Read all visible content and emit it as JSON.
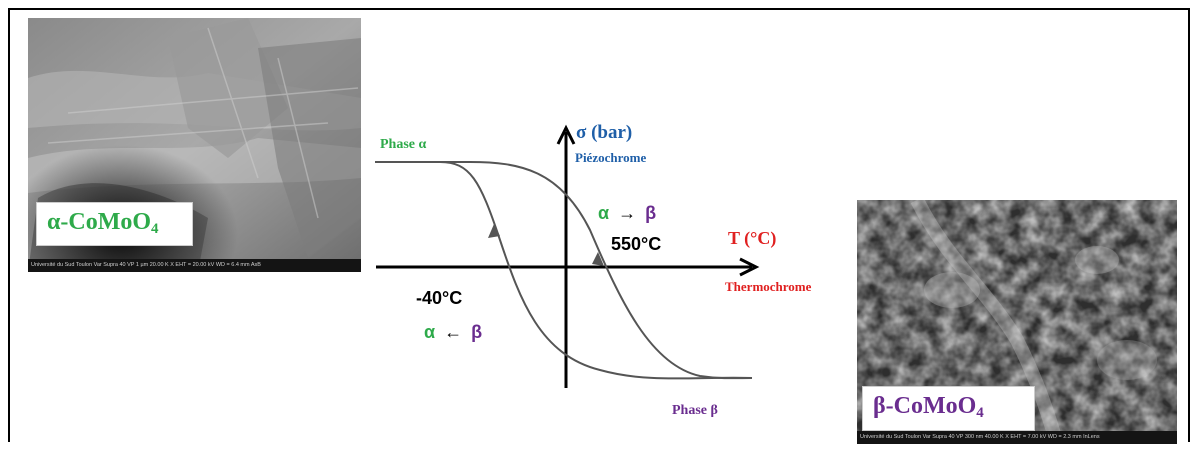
{
  "alpha_image": {
    "label_prefix": "α-CoMoO",
    "label_sub": "4",
    "infobar": "Université du Sud Toulon Var    Supra 40 VP      1 µm         20.00 K X          EHT = 20.00 kV    WD = 6.4 mm    AsB"
  },
  "beta_image": {
    "label_prefix": "β-CoMoO",
    "label_sub": "4",
    "infobar": "Université du Sud Toulon Var    Supra 40 VP     300 nm       40.00 K X        EHT = 7.00 kV    WD = 2.3 mm    InLens"
  },
  "diagram": {
    "phase_alpha": "Phase α",
    "phase_beta": "Phase β",
    "y_axis_label": "σ (bar)",
    "y_axis_sub": "Piézochrome",
    "x_axis_label": "T (°C)",
    "x_axis_sub": "Thermochrome",
    "forward": {
      "from": "α",
      "arrow": "→",
      "to": "β",
      "temp": "550°C"
    },
    "reverse": {
      "from": "α",
      "arrow": "←",
      "to": "β",
      "temp": "-40°C"
    }
  },
  "colors": {
    "alpha_green": "#2eaa4a",
    "beta_purple": "#6a2d8f",
    "axis_blue": "#1f5fa8",
    "thermo_red": "#e02020"
  }
}
